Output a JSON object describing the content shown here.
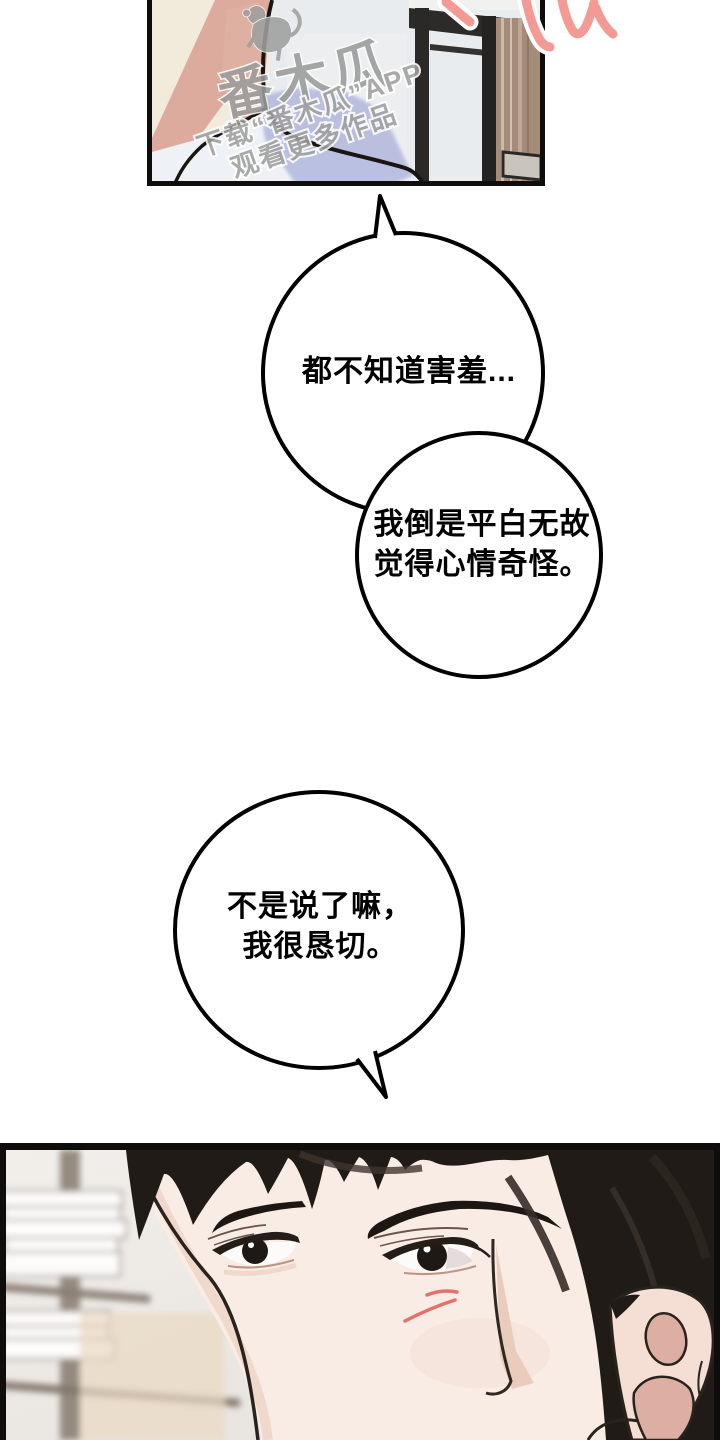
{
  "top_panel": {
    "watermark": {
      "logo_text": "番木瓜",
      "line1": "下载“番木瓜”APP",
      "line2": "观看更多作品"
    }
  },
  "speech_bubbles": [
    {
      "text": "都不知道害羞..."
    },
    {
      "lines": [
        "我倒是平白无故",
        "觉得心情奇怪。"
      ]
    },
    {
      "lines": [
        "不是说了嘛，",
        "我很恳切。"
      ]
    }
  ],
  "colors": {
    "sfx_pink": "#f49a95",
    "skin": "#f8ece4",
    "hair": "#211b17",
    "stripe_pink": "#dcab9d",
    "stripe_cream": "#f2ebdc",
    "shirt": "#eef2f6",
    "shirt_shadow_lavender": "#b5bbdf",
    "watermark_gray": "#9b9b9b",
    "scratch_red": "#e4726b",
    "panel_border": "#0e0d0c",
    "wall_gray": "#e9ecee"
  }
}
